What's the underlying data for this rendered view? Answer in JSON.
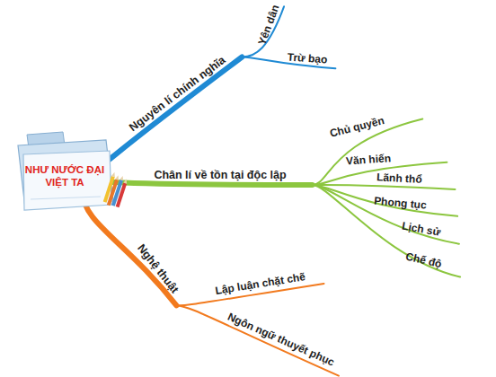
{
  "diagram": {
    "nodes": [
      {
        "text": [
          "NHƯ NƯỚC ĐẠI VIỆT TA"
        ]
      },
      {
        "text": [
          "Nguyên lí chính nghĩa"
        ]
      },
      {
        "text": [
          "Yên dân"
        ]
      },
      {
        "text": [
          "Trừ bạo"
        ]
      },
      {
        "text": [
          "Chân lí về tồn tại độc lập"
        ]
      },
      {
        "text": [
          "Chủ quyền"
        ]
      },
      {
        "text": [
          "Văn hiến"
        ]
      },
      {
        "text": [
          "Lãnh thổ"
        ]
      },
      {
        "text": [
          "Phong tục"
        ]
      },
      {
        "text": [
          "Lịch sử"
        ]
      },
      {
        "text": [
          "Chế độ"
        ]
      },
      {
        "text": [
          "Nghệ thuật"
        ]
      },
      {
        "text": [
          "Lập luận chặt chẽ"
        ]
      },
      {
        "text": [
          "Ngôn ngữ thuyết phục"
        ]
      }
    ],
    "edges": [
      {
        "from": 0,
        "to": 1,
        "arrow": "none"
      },
      {
        "from": 1,
        "to": 2,
        "arrow": "none"
      },
      {
        "from": 1,
        "to": 3,
        "arrow": "none"
      },
      {
        "from": 0,
        "to": 4,
        "arrow": "none"
      },
      {
        "from": 4,
        "to": 5,
        "arrow": "none"
      },
      {
        "from": 4,
        "to": 6,
        "arrow": "none"
      },
      {
        "from": 4,
        "to": 7,
        "arrow": "none"
      },
      {
        "from": 4,
        "to": 8,
        "arrow": "none"
      },
      {
        "from": 4,
        "to": 9,
        "arrow": "none"
      },
      {
        "from": 4,
        "to": 10,
        "arrow": "none"
      },
      {
        "from": 0,
        "to": 11,
        "arrow": "none"
      },
      {
        "from": 11,
        "to": 12,
        "arrow": "none"
      },
      {
        "from": 11,
        "to": 13,
        "arrow": "none"
      }
    ]
  }
}
